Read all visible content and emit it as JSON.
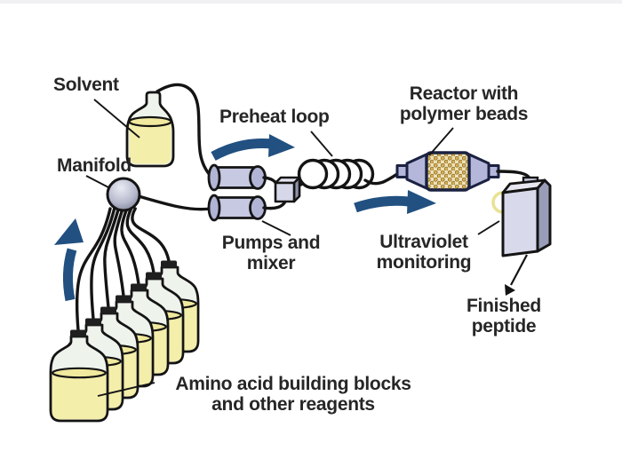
{
  "labels": {
    "solvent": "Solvent",
    "manifold": "Manifold",
    "preheat_loop": "Preheat loop",
    "reactor": "Reactor with\npolymer beads",
    "pumps_mixer": "Pumps and\nmixer",
    "ultraviolet": "Ultraviolet\nmonitoring",
    "finished_peptide": "Finished\npeptide",
    "reagents": "Amino acid building blocks\nand other reagents"
  },
  "icons": {
    "flow_arrow_up": "up-flow-arrow",
    "flow_arrow_right_1": "right-flow-arrow",
    "flow_arrow_right_2": "right-flow-arrow",
    "output_arrow": "down-left-arrow"
  },
  "colors": {
    "background": "#ffffff",
    "text": "#262626",
    "outline": "#141414",
    "arrow": "#215081",
    "liquid_yellow": "#f4eeab",
    "liquid_surface": "#f0e99e",
    "glass_white": "#eef3ec",
    "cap_dark": "#1f1f1f",
    "pump_body": "#c7c9e3",
    "pump_end": "#b2b4d6",
    "mixer_front": "#d6d8ea",
    "mixer_side": "#9093ae",
    "mixer_top": "#e4e5f0",
    "fitting_lavender": "#b4b7da",
    "reactor_outline": "#1b2140",
    "bead_bg": "#efe2b8",
    "bead_dot": "#d9af55",
    "bead_dot_edge": "#7a6223",
    "vessel_front": "#d8daeb",
    "vessel_side": "#9a9db7",
    "vessel_top": "#e6e7f0",
    "vessel_cap": "#cbcee1",
    "uv_ring": "#e9e292",
    "sphere_light": "#e9ebf3",
    "sphere_mid": "#b7bacd",
    "sphere_dark": "#70738c"
  }
}
